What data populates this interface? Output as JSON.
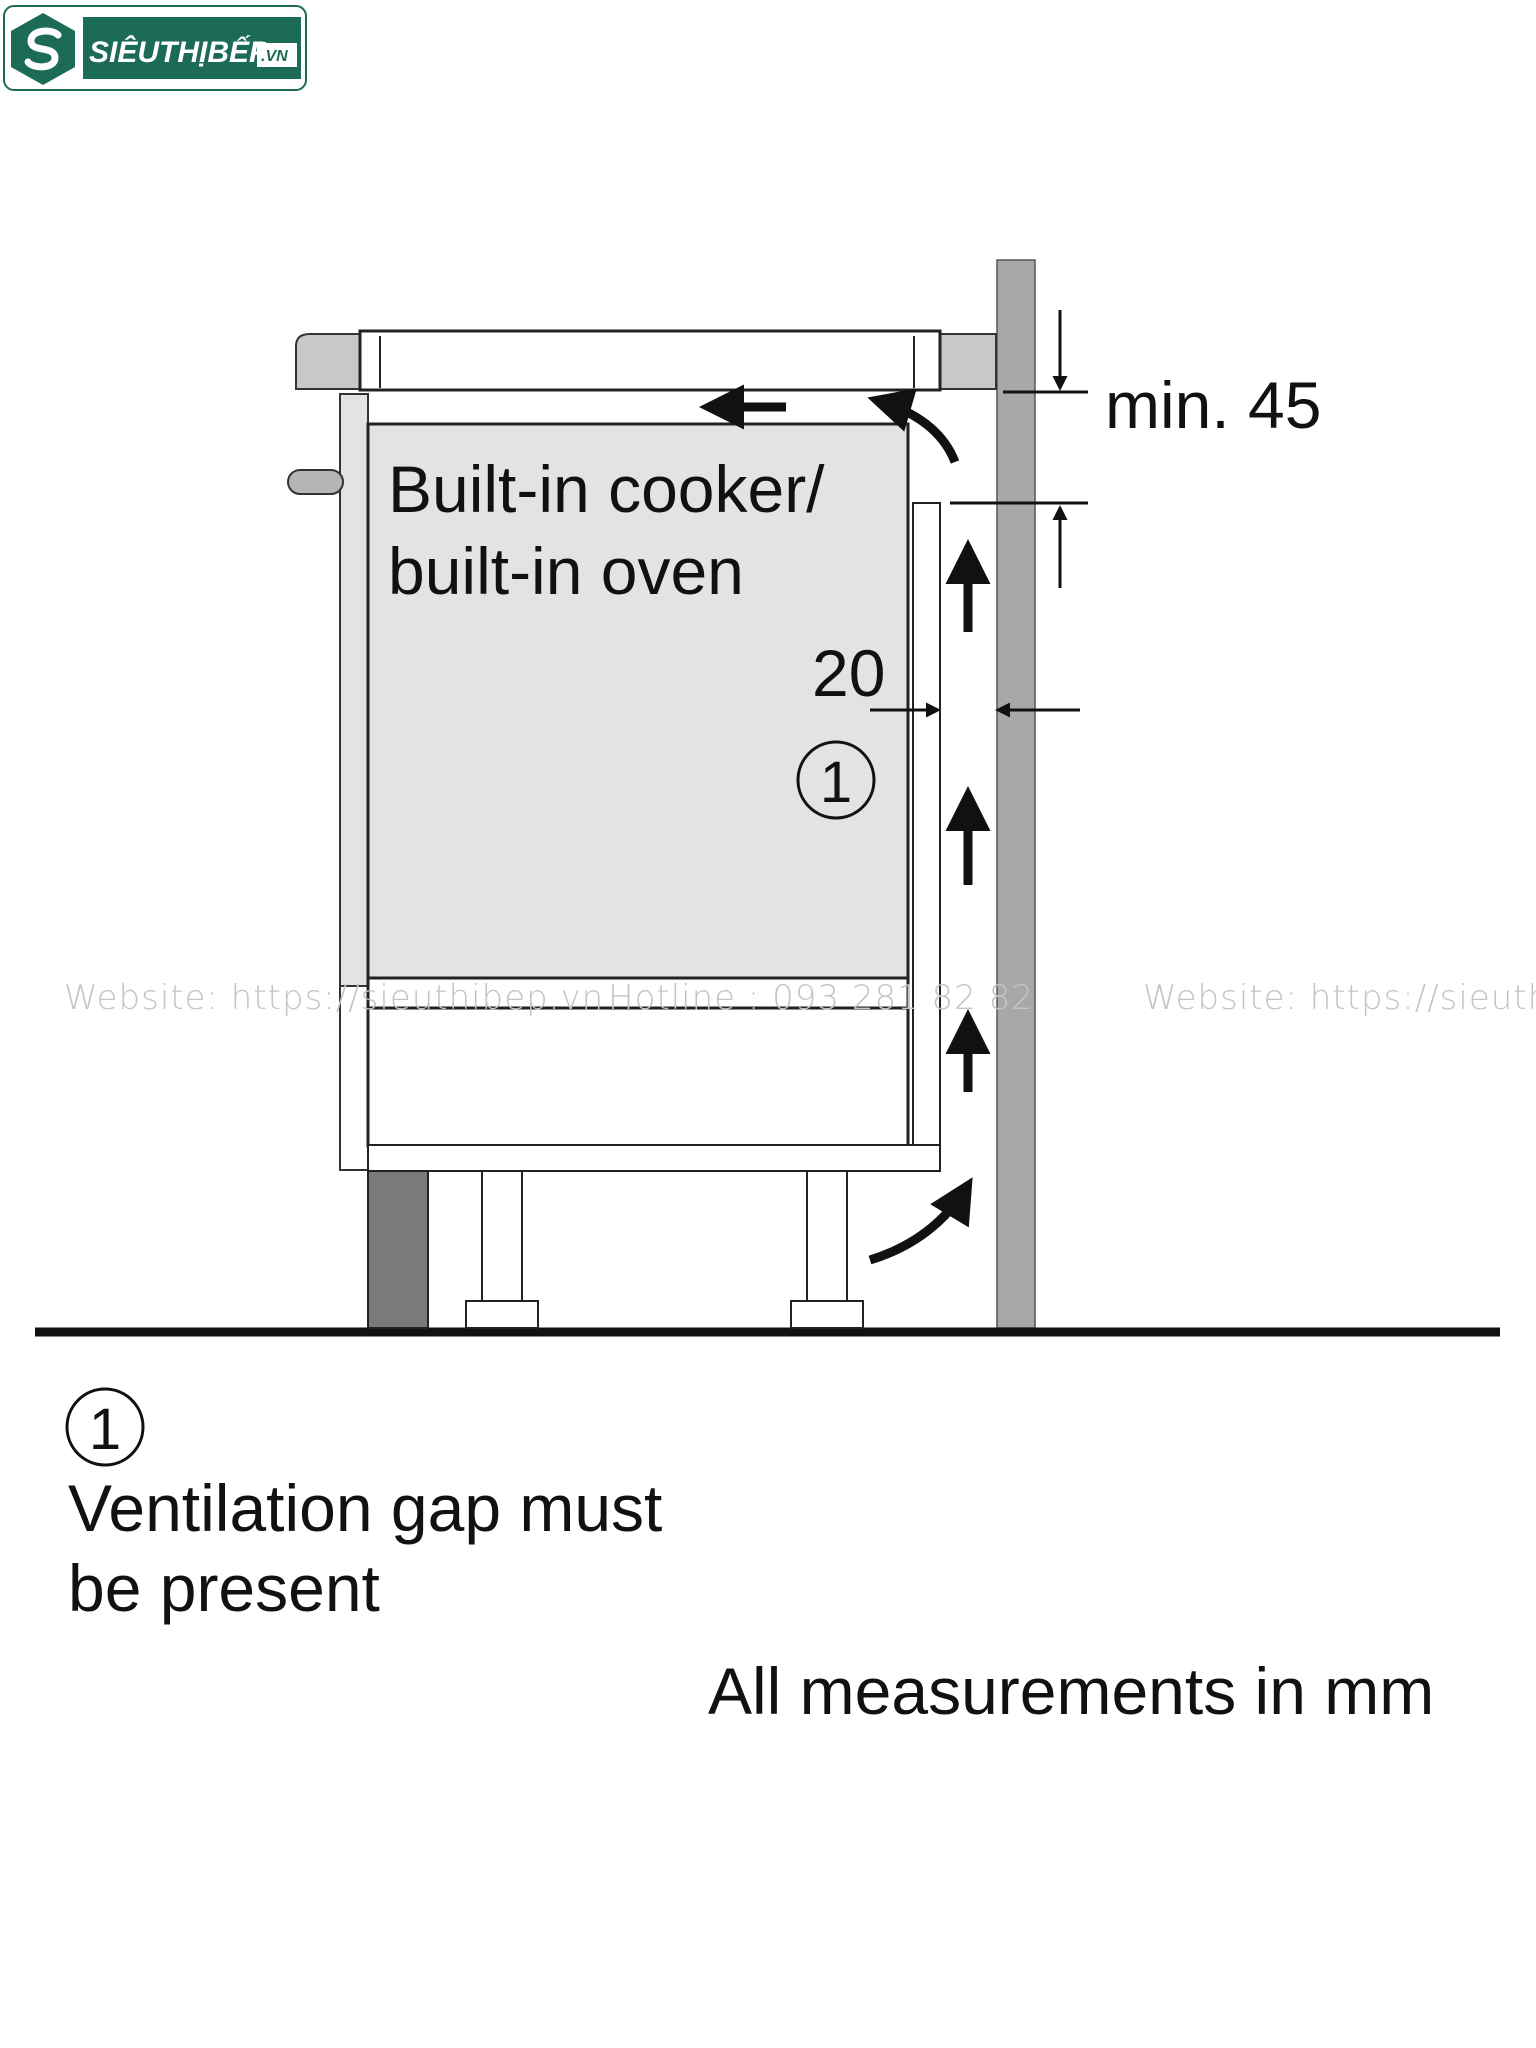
{
  "logo": {
    "brand": "SIÊUTHỊBẾP",
    "domain_suffix": ".VN",
    "colors": {
      "green": "#1b6b56",
      "white": "#ffffff"
    }
  },
  "diagram": {
    "appliance_label_line1": "Built-in cooker/",
    "appliance_label_line2": "built-in oven",
    "dimension_top": "min. 45",
    "dimension_gap": "20",
    "callout_marker": "1"
  },
  "legend": {
    "marker": "1",
    "text_line1": "Ventilation gap must",
    "text_line2": "be present"
  },
  "footer_note": "All measurements in mm",
  "watermarks": {
    "website_left": "Website: https://sieuthibep.vn",
    "hotline": "Hotline : 093 281 82 82",
    "website_right": "Website: https://sieuthibe"
  },
  "colors": {
    "panel_light": "#e3e3e3",
    "wall_grey": "#a8a8a8",
    "plinth_dark": "#7a7a7a",
    "line": "#111111"
  }
}
